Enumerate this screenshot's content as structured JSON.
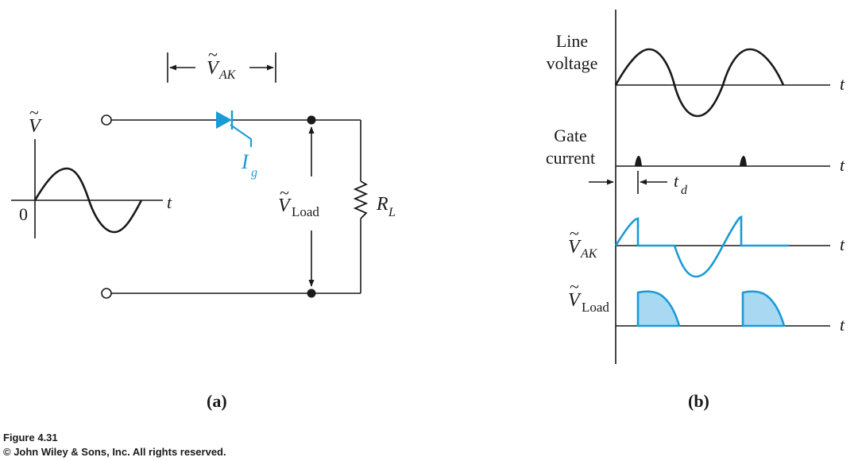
{
  "panel_a": {
    "label": "(a)",
    "source_symbol": "V",
    "source_tilde": "~",
    "axis_t": "t",
    "origin": "0",
    "vak_main": "V",
    "vak_sub": "AK",
    "vload_main": "V",
    "vload_sub": "Load",
    "rl_main": "R",
    "rl_sub": "L",
    "ig_main": "I",
    "ig_sub": "g"
  },
  "panel_b": {
    "label": "(b)",
    "line_voltage_1": "Line",
    "line_voltage_2": "voltage",
    "gate_current_1": "Gate",
    "gate_current_2": "current",
    "td_main": "t",
    "td_sub": "d",
    "vak_main": "V",
    "vak_sub": "AK",
    "vload_main": "V",
    "vload_sub": "Load",
    "axis_t": "t"
  },
  "caption": {
    "figure": "Figure 4.31",
    "copyright": "© John Wiley & Sons, Inc. All rights reserved."
  },
  "colors": {
    "ink": "#1a1a1a",
    "accent": "#1b9ad6",
    "fill_light": "#a9d8f2"
  }
}
